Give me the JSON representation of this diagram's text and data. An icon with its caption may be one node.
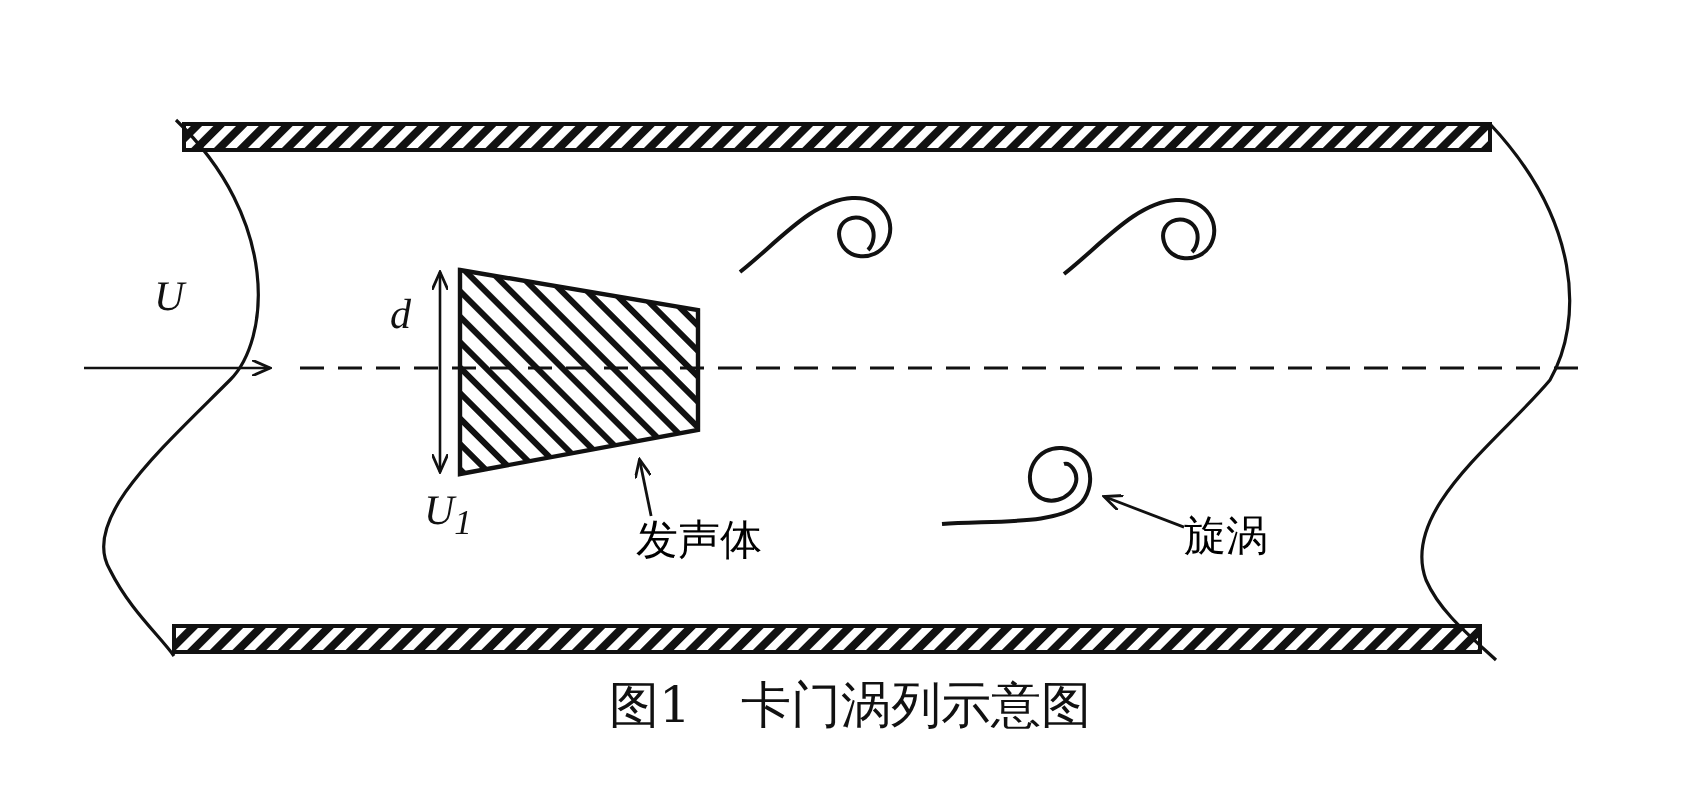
{
  "diagram": {
    "caption": "图1　卡门涡列示意图",
    "nodes": [
      {
        "text": [],
        "shape": "trapezoid"
      },
      {
        "text": [],
        "shape": "spiral"
      },
      {
        "text": [],
        "shape": "spiral"
      },
      {
        "text": [],
        "shape": "spiral"
      },
      {
        "text": [
          "发声体"
        ]
      },
      {
        "text": [
          "旋涡"
        ]
      }
    ],
    "edges": [
      {
        "from": 4,
        "to": 0,
        "arrow": "to"
      },
      {
        "from": 5,
        "to": 3,
        "arrow": "to"
      }
    ],
    "labels": [
      "U",
      "d",
      "U$_{1}$"
    ]
  }
}
